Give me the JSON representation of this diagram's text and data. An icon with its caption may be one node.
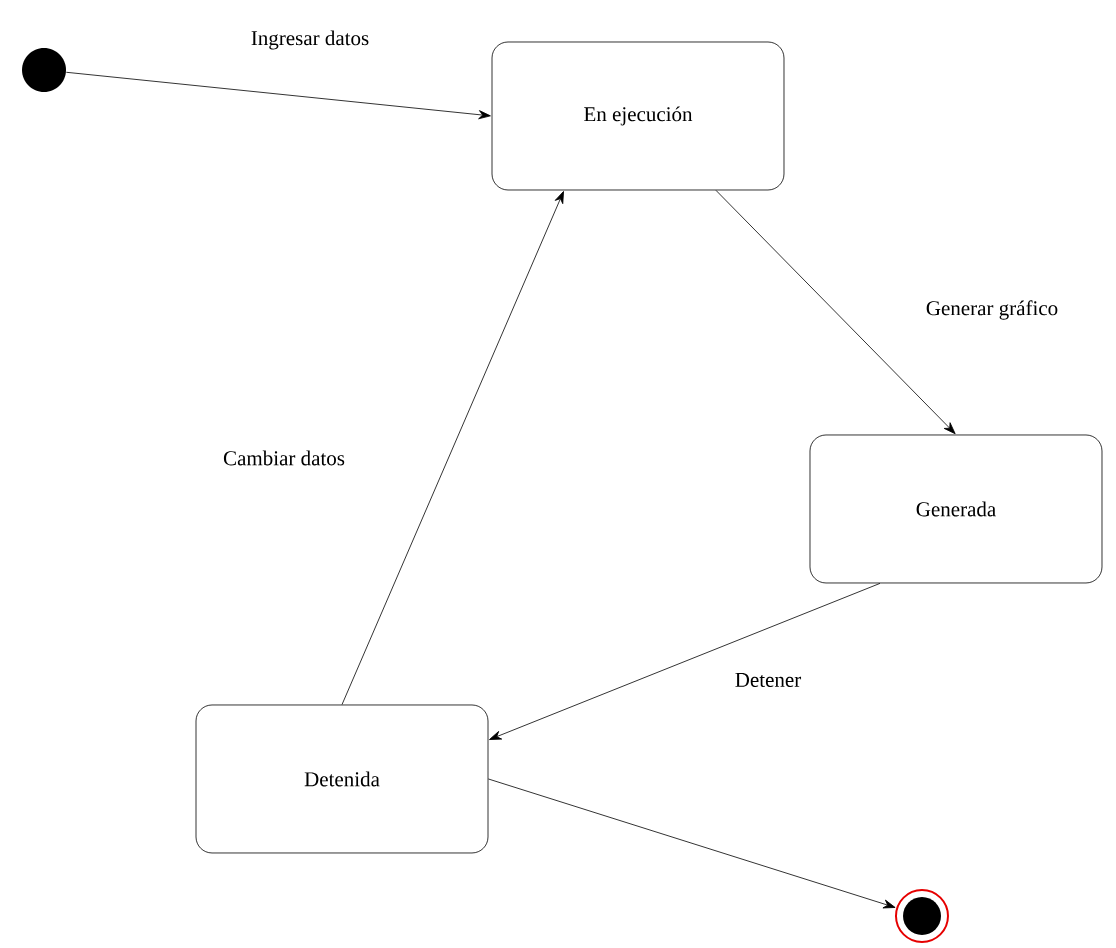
{
  "diagram": {
    "nodes": [
      {
        "text": [],
        "shape": "circle"
      },
      {
        "text": [
          "En ejecución"
        ]
      },
      {
        "text": [
          "Generada"
        ]
      },
      {
        "text": [
          "Detenida"
        ]
      },
      {
        "text": [],
        "shape": "circle"
      }
    ],
    "edges": [
      {
        "from": 0,
        "to": 1,
        "arrow": "to",
        "label": "Ingresar datos"
      },
      {
        "from": 1,
        "to": 2,
        "arrow": "to",
        "label": "Generar gráfico"
      },
      {
        "from": 2,
        "to": 3,
        "arrow": "to",
        "label": "Detener"
      },
      {
        "from": 3,
        "to": 1,
        "arrow": "to",
        "label": "Cambiar datos"
      },
      {
        "from": 3,
        "to": 4,
        "arrow": "to"
      }
    ]
  }
}
